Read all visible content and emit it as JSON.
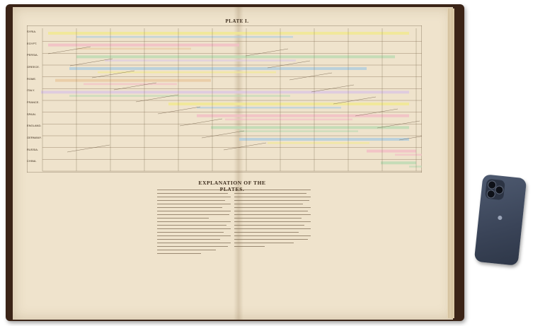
{
  "plate_title": "PLATE I.",
  "explanation_title": "EXPLANATION OF THE PLATES.",
  "row_labels": [
    "SYRIA.",
    "EGYPT.",
    "PERSIA.",
    "GREECE.",
    "ROME.",
    "ITALY.",
    "FRANCE.",
    "SPAIN.",
    "ENGLAND.",
    "GERMANY.",
    "RUSSIA.",
    "CHINA."
  ],
  "colors": {
    "binding": "#3b2417",
    "paper": "#efe3cc",
    "phone": "#4e5a70"
  },
  "objects": [
    "open-atlas-book",
    "smartphone"
  ]
}
